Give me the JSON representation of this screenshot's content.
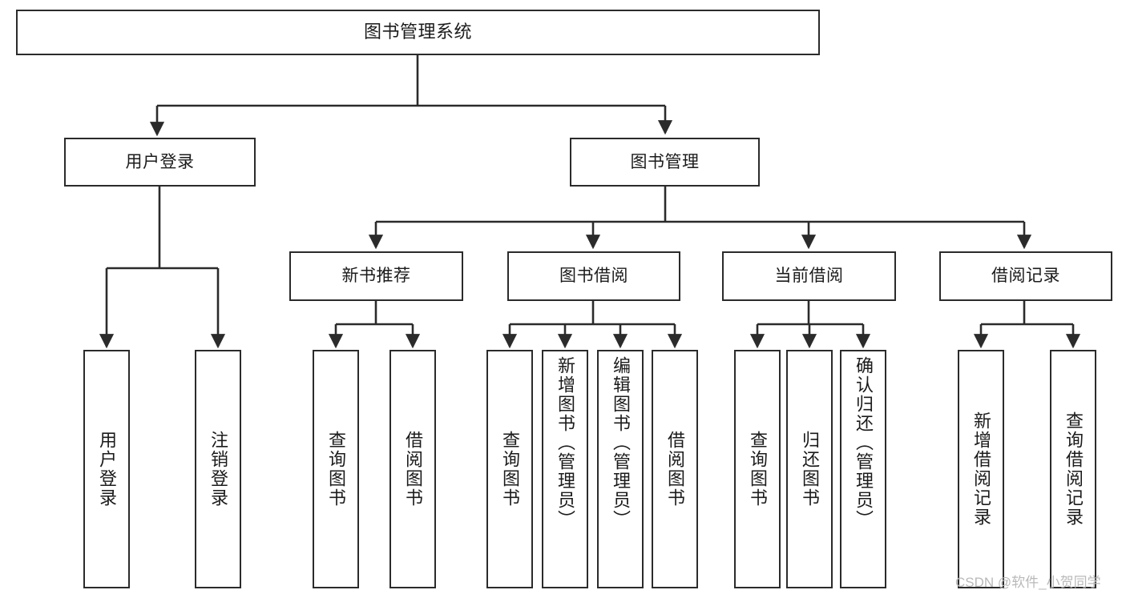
{
  "diagram": {
    "title": "图书管理系统",
    "type": "function-structure-tree",
    "stroke_color": "#2b2b2b",
    "text_color": "#1b1b1b",
    "background_color": "#ffffff",
    "watermark": "CSDN @软件_小贺同学",
    "watermark_color": "#b9b9b9"
  },
  "nodes": {
    "root": {
      "label": "图书管理系统"
    },
    "level2": [
      {
        "id": "user-login",
        "label": "用户登录"
      },
      {
        "id": "book-management",
        "label": "图书管理"
      }
    ],
    "level3": [
      {
        "id": "new-book-recommend",
        "label": "新书推荐"
      },
      {
        "id": "book-borrow",
        "label": "图书借阅"
      },
      {
        "id": "current-borrow",
        "label": "当前借阅"
      },
      {
        "id": "borrow-record",
        "label": "借阅记录"
      }
    ],
    "leaves": {
      "user_login": [
        {
          "id": "leaf-user-login",
          "label": "用户登录"
        },
        {
          "id": "leaf-logout-login",
          "label": "注销登录"
        }
      ],
      "new_book_recommend": [
        {
          "id": "leaf-query-book-1",
          "label": "查询图书"
        },
        {
          "id": "leaf-borrow-book-1",
          "label": "借阅图书"
        }
      ],
      "book_borrow": [
        {
          "id": "leaf-query-book-2",
          "label": "查询图书"
        },
        {
          "id": "leaf-add-book",
          "label": "新增图书（管理员）"
        },
        {
          "id": "leaf-edit-book",
          "label": "编辑图书（管理员）"
        },
        {
          "id": "leaf-borrow-book-2",
          "label": "借阅图书"
        }
      ],
      "current_borrow": [
        {
          "id": "leaf-query-book-3",
          "label": "查询图书"
        },
        {
          "id": "leaf-return-book",
          "label": "归还图书"
        },
        {
          "id": "leaf-confirm-return",
          "label": "确认归还（管理员）"
        }
      ],
      "borrow_record": [
        {
          "id": "leaf-add-borrow-record",
          "label": "新增借阅记录"
        },
        {
          "id": "leaf-query-borrow-record",
          "label": "查询借阅记录"
        }
      ]
    }
  }
}
